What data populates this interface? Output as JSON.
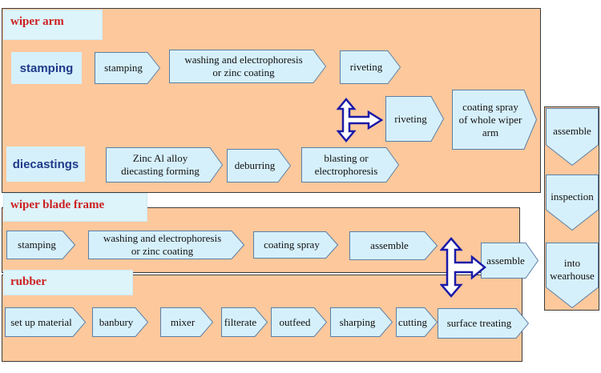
{
  "colors": {
    "panel": "#fdc89c",
    "step_fill": "#d6f0fb",
    "step_stroke": "#5b7fa6",
    "title_red": "#cc2020",
    "arrow_blue": "#1a1aa8"
  },
  "sections": {
    "wiper_arm": "wiper arm",
    "wiper_blade_frame": "wiper blade frame",
    "rubber": "rubber"
  },
  "sources": {
    "stamping": "stamping",
    "diecastings": "diecastings"
  },
  "wiper_arm_row1": [
    "stamping",
    "washing and  electrophoresis\nor zinc coating",
    "riveting"
  ],
  "wiper_arm_row2": [
    "Zinc Al alloy\ndiecasting forming",
    "deburring",
    "blasting or\nelectrophoresis"
  ],
  "wiper_arm_join": [
    "riveting",
    "coating spray\nof whole wiper arm"
  ],
  "blade_frame_row": [
    "stamping",
    "washing and electrophoresis\nor zinc coating",
    "coating spray",
    "assemble"
  ],
  "rubber_row": [
    "set up material",
    "banbury",
    "mixer",
    "filterate",
    "outfeed",
    "sharping",
    "cutting",
    "surface treating"
  ],
  "merge_step": "assemble",
  "final_steps": [
    "assemble",
    "inspection",
    "into\nwearhouse"
  ],
  "icons": [
    "three-way-arrow-icon",
    "three-way-arrow-icon"
  ]
}
